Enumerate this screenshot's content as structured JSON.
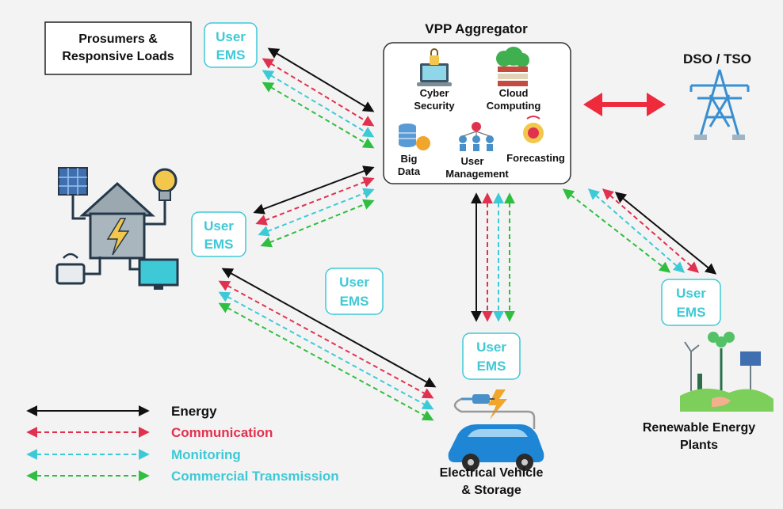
{
  "aggregator": {
    "title": "VPP Aggregator",
    "services": [
      {
        "line1": "Cyber",
        "line2": "Security",
        "icon": "laptop-lock-icon"
      },
      {
        "line1": "Cloud",
        "line2": "Computing",
        "icon": "cloud-server-icon"
      },
      {
        "line1": "Big",
        "line2": "Data",
        "icon": "database-icon"
      },
      {
        "line1": "User",
        "line2": "Management",
        "icon": "user-network-icon"
      },
      {
        "line1": "Forecasting",
        "line2": "",
        "icon": "forecast-icon"
      }
    ]
  },
  "dso": {
    "label": "DSO / TSO",
    "icon": "transmission-tower-icon"
  },
  "prosumers": {
    "line1": "Prosumers &",
    "line2": "Responsive Loads"
  },
  "ems": {
    "line1": "User",
    "line2": "EMS"
  },
  "ev": {
    "line1": "Electrical Vehicle",
    "line2": "& Storage",
    "icon": "electric-car-icon"
  },
  "renewable": {
    "line1": "Renewable Energy",
    "line2": "Plants",
    "icon": "renewable-plant-icon"
  },
  "smart_home": {
    "icon": "smart-home-icon"
  },
  "legend": [
    {
      "label": "Energy",
      "color": "#111111",
      "dashed": false
    },
    {
      "label": "Communication",
      "color": "#e0314f",
      "dashed": true
    },
    {
      "label": "Monitoring",
      "color": "#3ec9d6",
      "dashed": true
    },
    {
      "label": "Commercial Transmission",
      "color": "#2fbe3f",
      "dashed": true
    }
  ],
  "colors": {
    "energy": "#111111",
    "communication": "#e0314f",
    "monitoring": "#3ec9d6",
    "commercial": "#2fbe3f",
    "grid_link": "#ee2a3c",
    "ems_accent": "#3ec9d6"
  }
}
